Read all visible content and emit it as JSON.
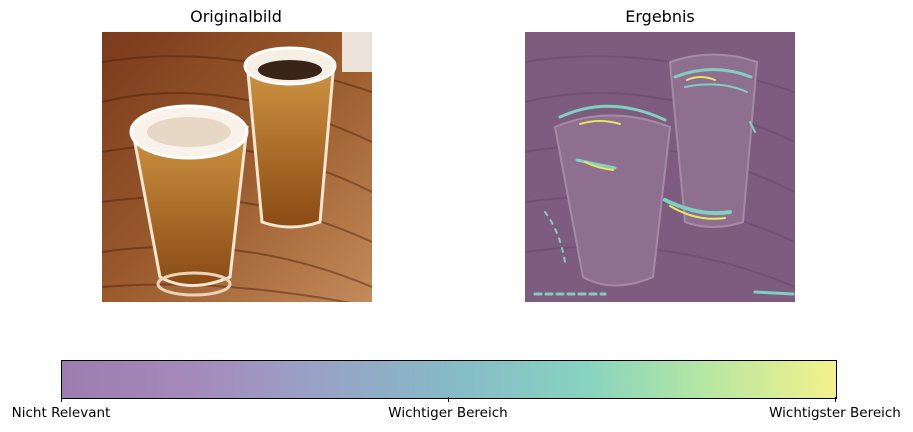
{
  "panels": {
    "left_title": "Originalbild",
    "right_title": "Ergebnis"
  },
  "colorbar": {
    "labels": [
      "Nicht Relevant",
      "Wichtiger Bereich",
      "Wichtigster Bereich"
    ],
    "colors": [
      "#9d7db0",
      "#86bac7",
      "#f4f18c"
    ]
  }
}
